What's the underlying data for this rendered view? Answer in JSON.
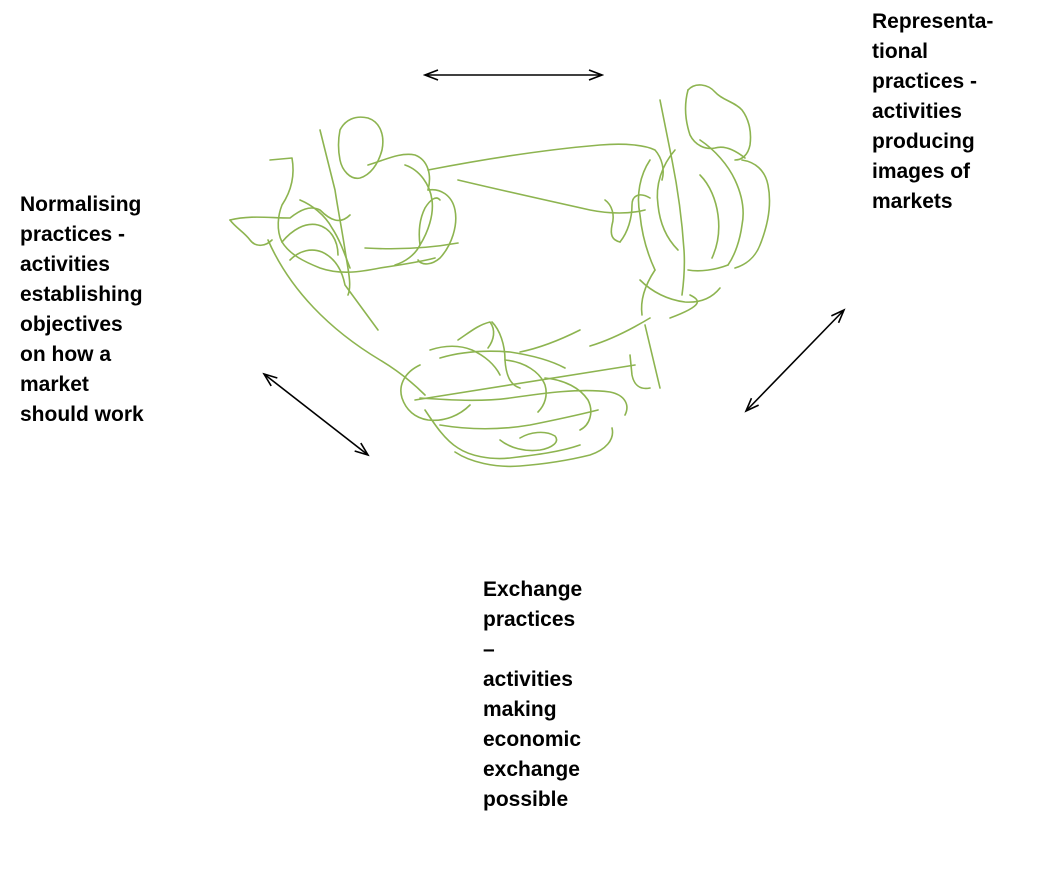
{
  "labels": {
    "normalising": {
      "lines": [
        "Normalising",
        "practices -",
        "activities",
        "establishing",
        "objectives",
        "on how a",
        "market",
        "should work"
      ]
    },
    "representational": {
      "lines": [
        "Representa-",
        "tional",
        "practices  -",
        "activities",
        "producing",
        "images of",
        "markets"
      ]
    },
    "exchange": {
      "lines": [
        "Exchange",
        "practices",
        "–",
        "activities",
        "making",
        "economic",
        "exchange",
        "possible"
      ]
    }
  },
  "colors": {
    "sketch": "#8db450",
    "arrow": "#000000",
    "text": "#000000"
  },
  "arrows": [
    {
      "name": "arrow-top-left-right",
      "from": "normalising",
      "to": "representational"
    },
    {
      "name": "arrow-left-diagonal",
      "from": "normalising",
      "to": "exchange"
    },
    {
      "name": "arrow-right-diagonal",
      "from": "representational",
      "to": "exchange"
    }
  ]
}
